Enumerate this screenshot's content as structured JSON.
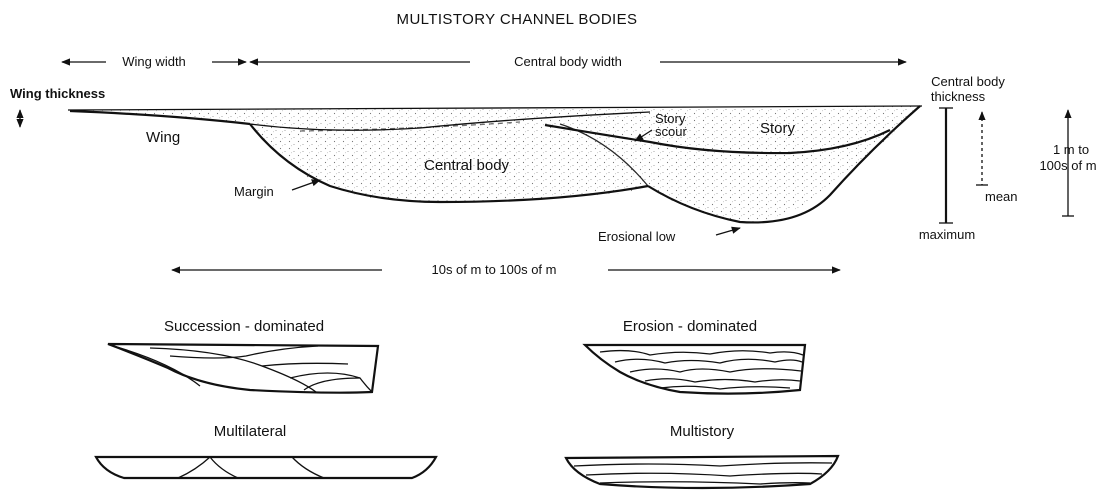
{
  "title": "MULTISTORY CHANNEL BODIES",
  "dimensions": {
    "wing_width": "Wing width",
    "central_body_width": "Central body width",
    "wing_thickness": "Wing thickness",
    "central_body_thickness_1": "Central body",
    "central_body_thickness_2": "thickness",
    "range_1": "1 m to",
    "range_2": "100s of m",
    "mean": "mean",
    "maximum": "maximum",
    "lateral_scale": "10s of m to 100s of m"
  },
  "parts": {
    "wing": "Wing",
    "central_body": "Central body",
    "margin": "Margin",
    "story_scour_1": "Story",
    "story_scour_2": "scour",
    "story": "Story",
    "erosional_low": "Erosional low"
  },
  "types": {
    "succession": "Succession - dominated",
    "erosion": "Erosion - dominated",
    "multilateral": "Multilateral",
    "multistory": "Multistory"
  },
  "colors": {
    "ink": "#111111",
    "paper": "#ffffff",
    "stipple": "#777777"
  }
}
